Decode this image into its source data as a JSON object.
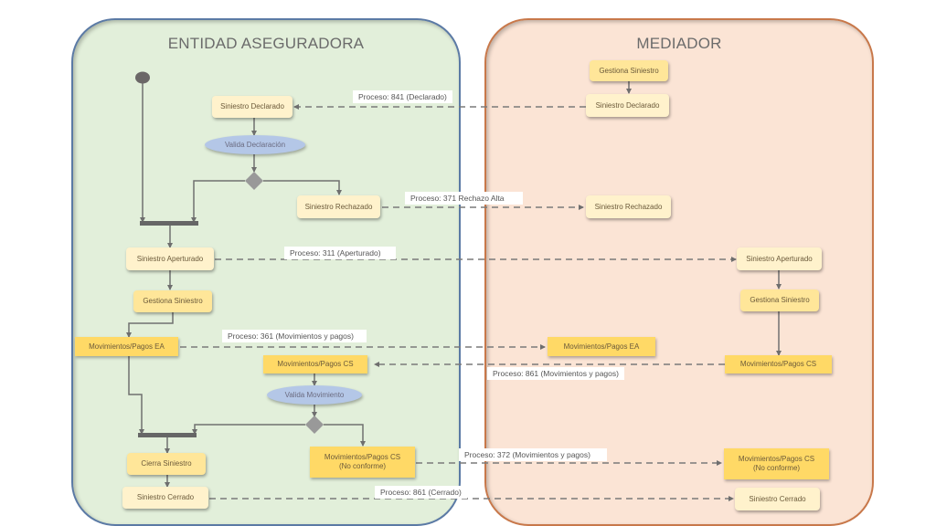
{
  "lanes": {
    "ea": {
      "title": "ENTIDAD ASEGURADORA",
      "color": "#e2efda"
    },
    "mediador": {
      "title": "MEDIADOR",
      "color": "#fbe4d5"
    }
  },
  "nodes": {
    "ea_declarado": "Siniestro Declarado",
    "ea_valida_declaracion": "Valida Declaración",
    "ea_rechazado": "Siniestro Rechazado",
    "ea_aperturado": "Siniestro Aperturado",
    "ea_gestiona": "Gestiona Siniestro",
    "ea_mov_ea": "Movimientos/Pagos EA",
    "ea_mov_cs": "Movimientos/Pagos CS",
    "ea_valida_movimiento": "Valida Movimiento",
    "ea_mov_cs_nc_line1": "Movimientos/Pagos CS",
    "ea_mov_cs_nc_line2": "(No conforme)",
    "ea_cierra": "Cierra Siniestro",
    "ea_cerrado": "Siniestro Cerrado",
    "med_gestiona_top": "Gestiona Siniestro",
    "med_declarado": "Siniestro Declarado",
    "med_rechazado": "Siniestro Rechazado",
    "med_aperturado": "Siniestro Aperturado",
    "med_gestiona": "Gestiona Siniestro",
    "med_mov_ea": "Movimientos/Pagos EA",
    "med_mov_cs": "Movimientos/Pagos CS",
    "med_mov_cs_nc_line1": "Movimientos/Pagos CS",
    "med_mov_cs_nc_line2": "(No conforme)",
    "med_cerrado": "Siniestro Cerrado"
  },
  "messages": {
    "p841": "Proceso: 841 (Declarado)",
    "p371": "Proceso: 371  Rechazo Alta",
    "p311": "Proceso: 311 (Aperturado)",
    "p361": "Proceso: 361  (Movimientos y pagos)",
    "p861mov": "Proceso: 861  (Movimientos y pagos)",
    "p372": "Proceso: 372  (Movimientos y pagos)",
    "p861cerr": "Proceso: 861 (Cerrado)"
  }
}
